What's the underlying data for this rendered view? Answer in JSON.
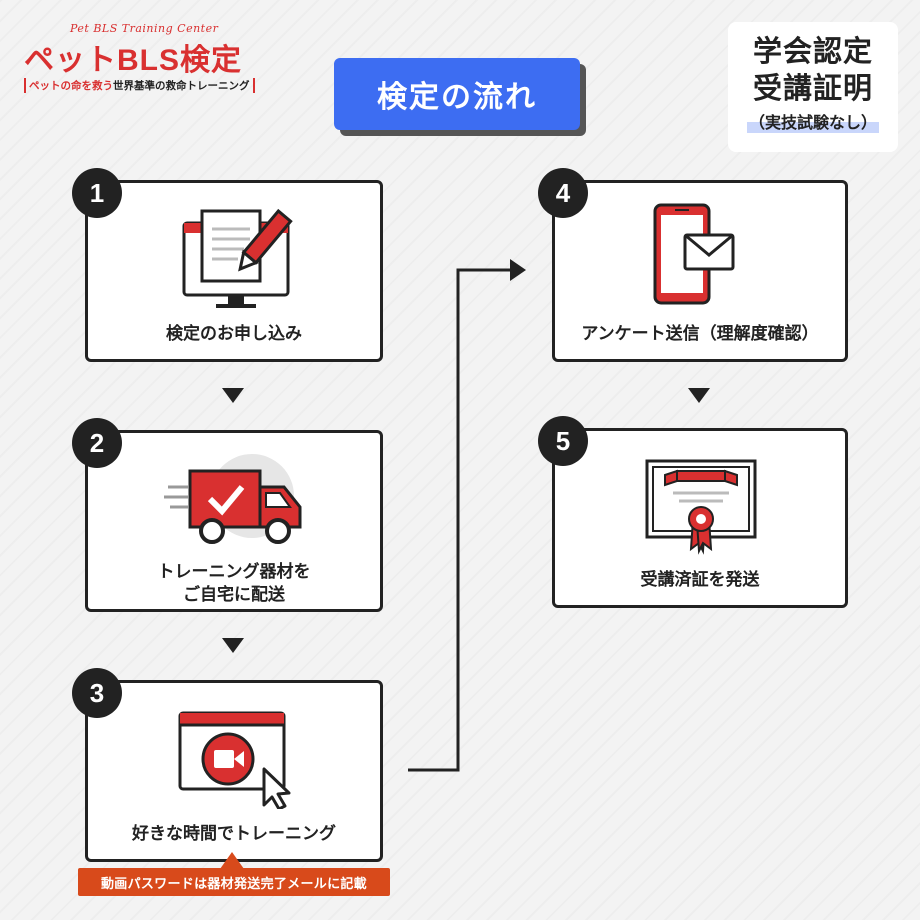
{
  "logo": {
    "tagline": "Pet BLS Training Center",
    "name": "ペットBLS検定",
    "sub_red": "ペットの命を救う",
    "sub_black": "世界基準の救命トレーニング"
  },
  "title": "検定の流れ",
  "badge": {
    "line1": "学会認定",
    "line2": "受講証明",
    "line3": "（実技試験なし）"
  },
  "steps": [
    {
      "number": "1",
      "label": "検定のお申し込み",
      "icon": "application-form-icon"
    },
    {
      "number": "2",
      "label_line1": "トレーニング器材を",
      "label_line2": "ご自宅に配送",
      "icon": "delivery-truck-icon"
    },
    {
      "number": "3",
      "label": "好きな時間でトレーニング",
      "icon": "video-play-icon"
    },
    {
      "number": "4",
      "label": "アンケート送信（理解度確認）",
      "icon": "smartphone-mail-icon"
    },
    {
      "number": "5",
      "label": "受講済証を発送",
      "icon": "certificate-icon"
    }
  ],
  "note": "動画パスワードは器材発送完了メールに記載",
  "colors": {
    "accent_red": "#d93030",
    "title_blue": "#3d6df2",
    "note_orange": "#d84a1b",
    "dark": "#222222"
  }
}
